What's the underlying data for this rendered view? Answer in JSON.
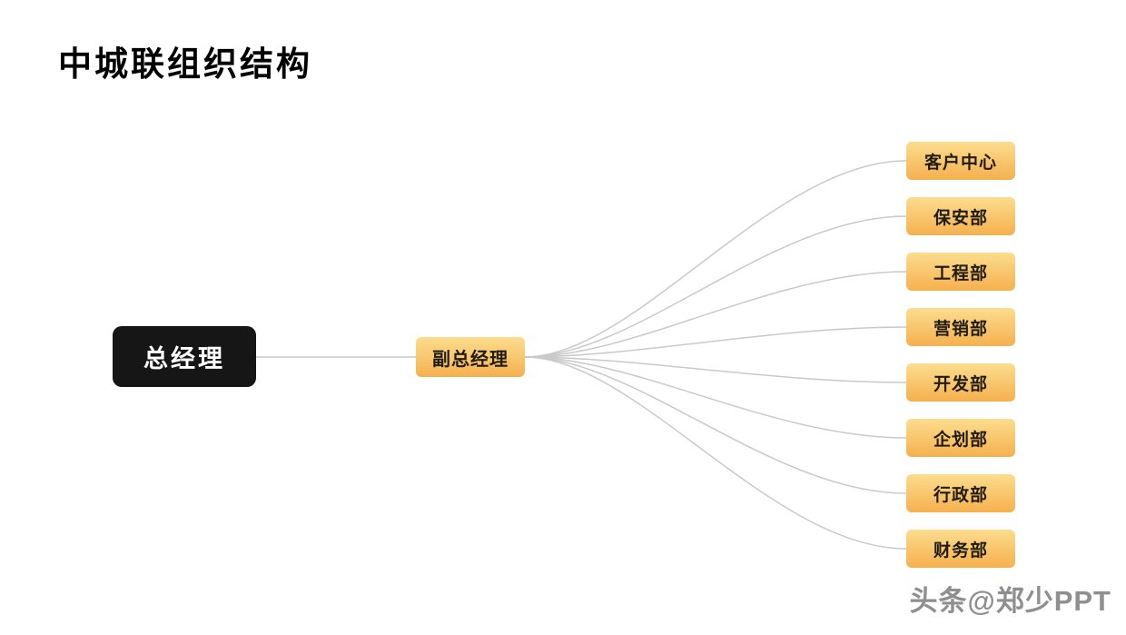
{
  "title": "中城联组织结构",
  "chart": {
    "root": {
      "label": "总经理"
    },
    "middle": {
      "label": "副总经理"
    },
    "departments": [
      "客户中心",
      "保安部",
      "工程部",
      "营销部",
      "开发部",
      "企划部",
      "行政部",
      "财务部"
    ]
  },
  "watermark": "头条@郑少PPT",
  "colors": {
    "gradient_top": "#fcdd8e",
    "gradient_bottom": "#f5b04e",
    "node_black": "#161616",
    "line_color": "#c9c9c9",
    "text_dark": "#201c12",
    "watermark_color": "#8f8f8f"
  }
}
